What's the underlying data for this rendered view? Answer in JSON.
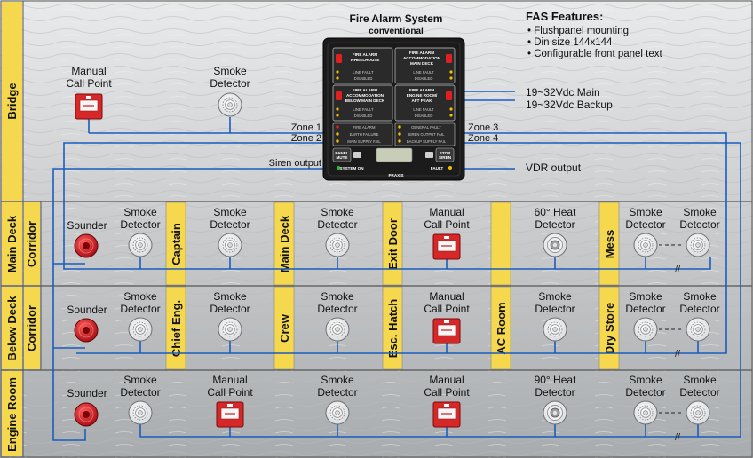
{
  "panel": {
    "title": "Fire Alarm System",
    "subtitle": "conventional",
    "zone1_label": "FIRE ALARM\nWHEELHOUSE",
    "zone2_label": "FIRE ALARM\nACCOMMODATION\nMAIN DECK",
    "zone3_label": "FIRE ALARM\nACCOMMODATION\nBELOW MAIN DECK",
    "zone4_label": "FIRE ALARM\nENGINE ROOM/\nAFT PEAK",
    "line_fault": "LINE FAULT",
    "disabled": "DISABLED",
    "status_left": [
      "FIRE ALARM",
      "EARTH FAILURE",
      "MAIN SUPPLY FAIL"
    ],
    "status_right": [
      "GENERAL FAULT",
      "SIREN OUTPUT FAIL",
      "BACKUP SUPPLY FAIL"
    ],
    "btn_panel_mute": "PANEL\nMUTE",
    "btn_stop_siren": "STOP\nSIREN",
    "system_on": "SYSTEM ON",
    "fault": "FAULT",
    "brand": "PRAXIS"
  },
  "features": {
    "title": "FAS Features:",
    "items": [
      "Flushpanel mounting",
      "Din size 144x144",
      "Configurable front panel text"
    ]
  },
  "outputs": {
    "power_main": "19~32Vdc Main",
    "power_backup": "19~32Vdc Backup",
    "vdr": "VDR output",
    "siren": "Siren output"
  },
  "zones": {
    "zone1": "Zone 1",
    "zone2": "Zone 2",
    "zone3": "Zone 3",
    "zone4": "Zone 4"
  },
  "bridge": {
    "label": "Bridge",
    "call_point": "Manual\nCall Point",
    "smoke": "Smoke\nDetector"
  },
  "decks": [
    {
      "name": "Main Deck",
      "corridor": "Corridor",
      "sounder": "Sounder",
      "smoke": "Smoke\nDetector",
      "rooms": [
        "Captain",
        "Main Deck",
        "Exit Door",
        "",
        "Mess"
      ],
      "items": [
        "Smoke\nDetector",
        "Smoke\nDetector",
        "Manual\nCall Point",
        "60° Heat\nDetector",
        "Smoke\nDetector",
        "Smoke\nDetector"
      ]
    },
    {
      "name": "Below Deck",
      "corridor": "Corridor",
      "sounder": "Sounder",
      "smoke": "Smoke\nDetector",
      "rooms": [
        "Chief Eng.",
        "Crew",
        "Esc. Hatch",
        "AC Room",
        "Dry Store"
      ],
      "items": [
        "Smoke\nDetector",
        "Smoke\nDetector",
        "Manual\nCall Point",
        "Smoke\nDetector",
        "Smoke\nDetector",
        "Smoke\nDetector"
      ]
    },
    {
      "name": "Engine Room",
      "corridor": "",
      "sounder": "Sounder",
      "smoke": "Smoke\nDetector",
      "rooms": [],
      "items": [
        "Manual\nCall Point",
        "Smoke\nDetector",
        "Manual\nCall Point",
        "90° Heat\nDetector",
        "Smoke\nDetector",
        "Smoke\nDetector"
      ]
    }
  ],
  "colors": {
    "wire": "#1a5dbf",
    "room_strip": "#f5d84e",
    "call_point": "#d62828",
    "sounder": "#c8141c",
    "panel": "#1b1b1b"
  }
}
